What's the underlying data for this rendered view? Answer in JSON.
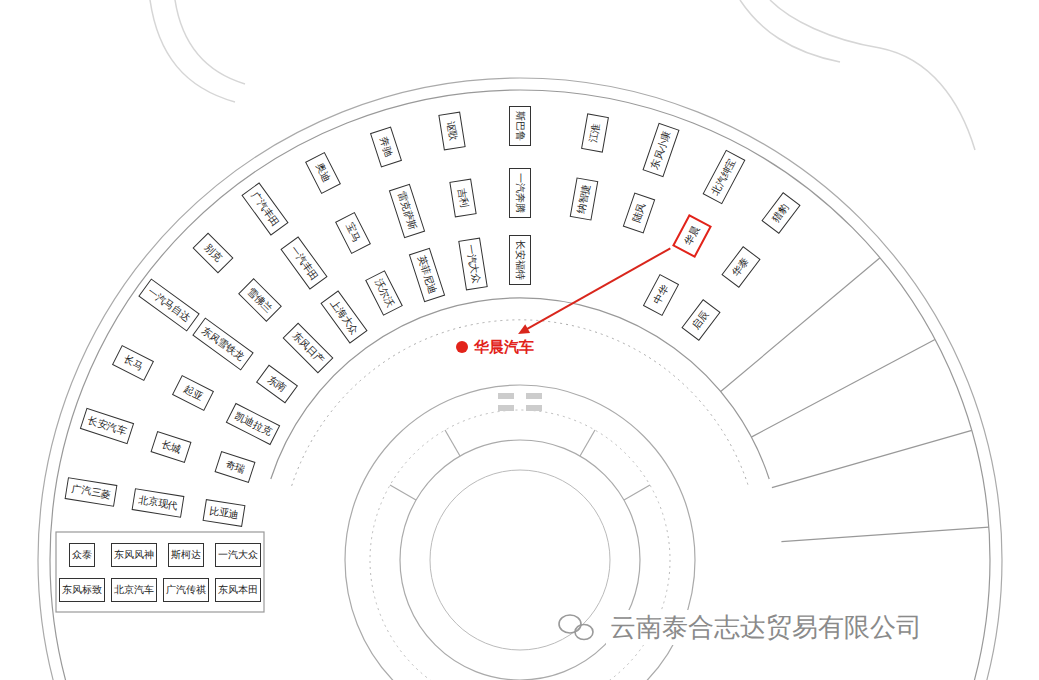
{
  "diagram": {
    "nodes": [
      {
        "text": [
          "广汽三菱"
        ]
      },
      {
        "text": [
          "北京现代"
        ]
      },
      {
        "text": [
          "比亚迪"
        ]
      },
      {
        "text": [
          "长安汽车"
        ]
      },
      {
        "text": [
          "长城"
        ]
      },
      {
        "text": [
          "奇瑞"
        ]
      },
      {
        "text": [
          "长马"
        ]
      },
      {
        "text": [
          "起亚"
        ]
      },
      {
        "text": [
          "凯迪拉克"
        ]
      },
      {
        "text": [
          "一汽马自达"
        ]
      },
      {
        "text": [
          "东风雪铁龙"
        ]
      },
      {
        "text": [
          "东南"
        ]
      },
      {
        "text": [
          "别克"
        ]
      },
      {
        "text": [
          "雪佛兰"
        ]
      },
      {
        "text": [
          "东风日产"
        ]
      },
      {
        "text": [
          "广汽丰田"
        ]
      },
      {
        "text": [
          "一汽丰田"
        ]
      },
      {
        "text": [
          "上海大众"
        ]
      },
      {
        "text": [
          "奥迪"
        ]
      },
      {
        "text": [
          "宝马"
        ]
      },
      {
        "text": [
          "沃尔沃"
        ]
      },
      {
        "text": [
          "奔驰"
        ]
      },
      {
        "text": [
          "雷克萨斯"
        ]
      },
      {
        "text": [
          "英菲尼迪"
        ]
      },
      {
        "text": [
          "讴歌"
        ]
      },
      {
        "text": [
          "吉利"
        ]
      },
      {
        "text": [
          "一汽大众"
        ]
      },
      {
        "text": [
          "斯巴鲁"
        ]
      },
      {
        "text": [
          "一汽奔腾"
        ]
      },
      {
        "text": [
          "长安福特"
        ]
      },
      {
        "text": [
          "江淮"
        ]
      },
      {
        "text": [
          "纳智捷"
        ]
      },
      {
        "text": [
          "东风小康"
        ]
      },
      {
        "text": [
          "陆风"
        ]
      },
      {
        "text": [
          "北汽绅宝"
        ]
      },
      {
        "text": [
          "华晨"
        ]
      },
      {
        "text": [
          "中华"
        ]
      },
      {
        "text": [
          "猎豹"
        ]
      },
      {
        "text": [
          "华泰"
        ]
      },
      {
        "text": [
          "启辰"
        ]
      },
      {
        "text": [
          "众泰"
        ]
      },
      {
        "text": [
          "东风风神"
        ]
      },
      {
        "text": [
          "斯柯达"
        ]
      },
      {
        "text": [
          "一汽大众"
        ]
      },
      {
        "text": [
          "东风标致"
        ]
      },
      {
        "text": [
          "北京汽车"
        ]
      },
      {
        "text": [
          "广汽传祺"
        ]
      },
      {
        "text": [
          "东风本田"
        ]
      },
      {
        "text": [
          "华晨汽车"
        ]
      }
    ],
    "edges": [
      {
        "from": 35,
        "to": 48,
        "arrow": "to"
      }
    ],
    "labels": [
      "云南泰合志达贸易有限公司"
    ]
  }
}
